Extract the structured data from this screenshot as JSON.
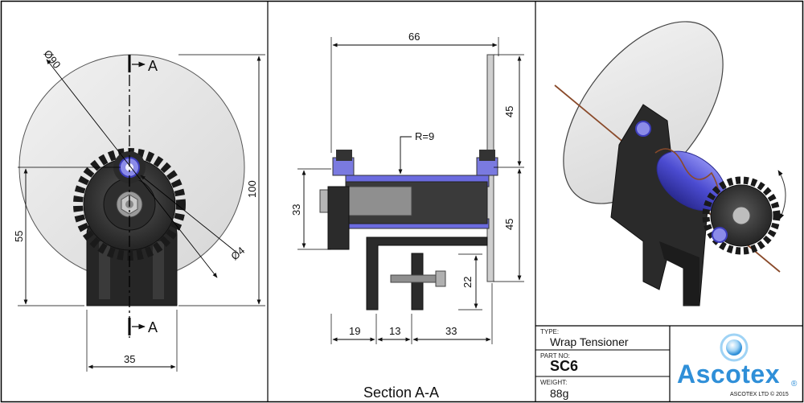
{
  "views": {
    "front": {
      "section_mark_top": "A",
      "section_mark_bottom": "A",
      "dims": {
        "diameter_disc": "Ø90",
        "height": "100",
        "axis_height": "55",
        "width": "35",
        "hole": "Ø4"
      }
    },
    "section": {
      "caption": "Section A-A",
      "dims": {
        "overall": "66",
        "upper": "45",
        "lower": "45",
        "radius": "R=9",
        "left_height": "33",
        "bracket_height": "22",
        "w1": "19",
        "w2": "13",
        "w3": "33"
      }
    },
    "iso": {}
  },
  "title_block": {
    "type_label": "TYPE:",
    "type_value": "Wrap Tensioner",
    "part_label": "PART NO:",
    "part_value": "SC6",
    "weight_label": "WEIGHT:",
    "weight_value": "88g",
    "company": "Ascotex",
    "registered": "®",
    "copyright": "ASCOTEX LTD © 2015"
  },
  "colors": {
    "blue": "#2f8fd8",
    "spool": "#5050c8",
    "body": "#2b2b2b",
    "disc": "#e4e4e4"
  }
}
